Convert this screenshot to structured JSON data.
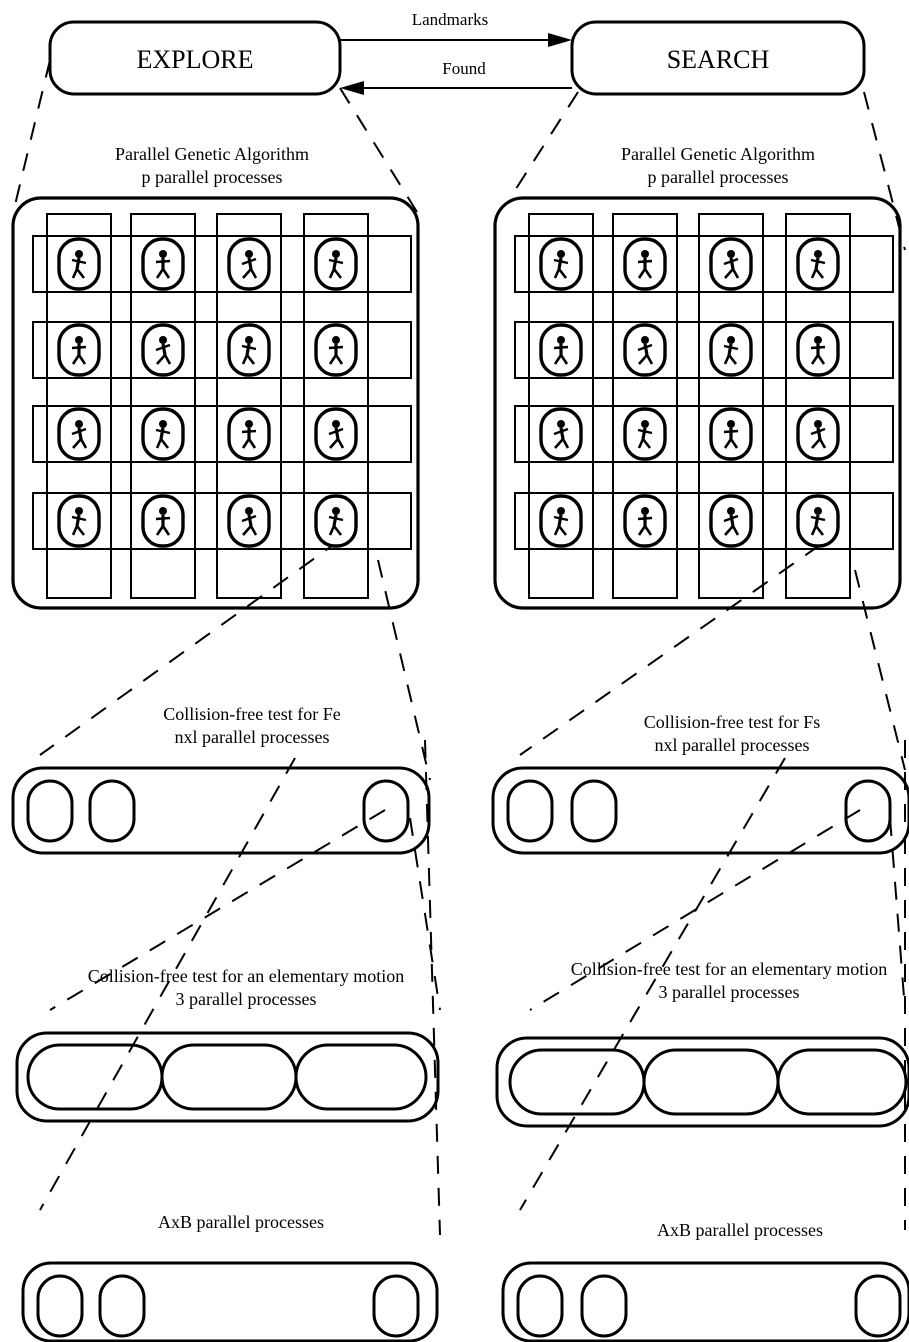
{
  "states": {
    "explore": "EXPLORE",
    "search": "SEARCH"
  },
  "arrows": {
    "top": "Landmarks",
    "bottom": "Found"
  },
  "left": {
    "pga_line1": "Parallel Genetic Algorithm",
    "pga_line2": "p parallel processes",
    "cf_line1": "Collision-free test for Fe",
    "cf_line2": "nxl parallel processes",
    "em_line1": "Collision-free test for an elementary motion",
    "em_line2": "3 parallel processes",
    "axb": "AxB parallel processes"
  },
  "right": {
    "pga_line1": "Parallel Genetic Algorithm",
    "pga_line2": "p parallel processes",
    "cf_line1": "Collision-free test for Fs",
    "cf_line2": "nxl parallel processes",
    "em_line1": "Collision-free test for an elementary motion",
    "em_line2": "3 parallel processes",
    "axb": "AxB parallel processes"
  },
  "grid_icons": [
    [
      "figure-icon",
      "figure-icon",
      "figure-icon",
      "figure-icon"
    ],
    [
      "figure-icon",
      "figure-icon",
      "figure-icon",
      "figure-icon"
    ],
    [
      "figure-icon",
      "figure-icon",
      "figure-icon",
      "figure-icon"
    ],
    [
      "figure-icon",
      "figure-icon",
      "figure-icon",
      "figure-icon"
    ]
  ]
}
